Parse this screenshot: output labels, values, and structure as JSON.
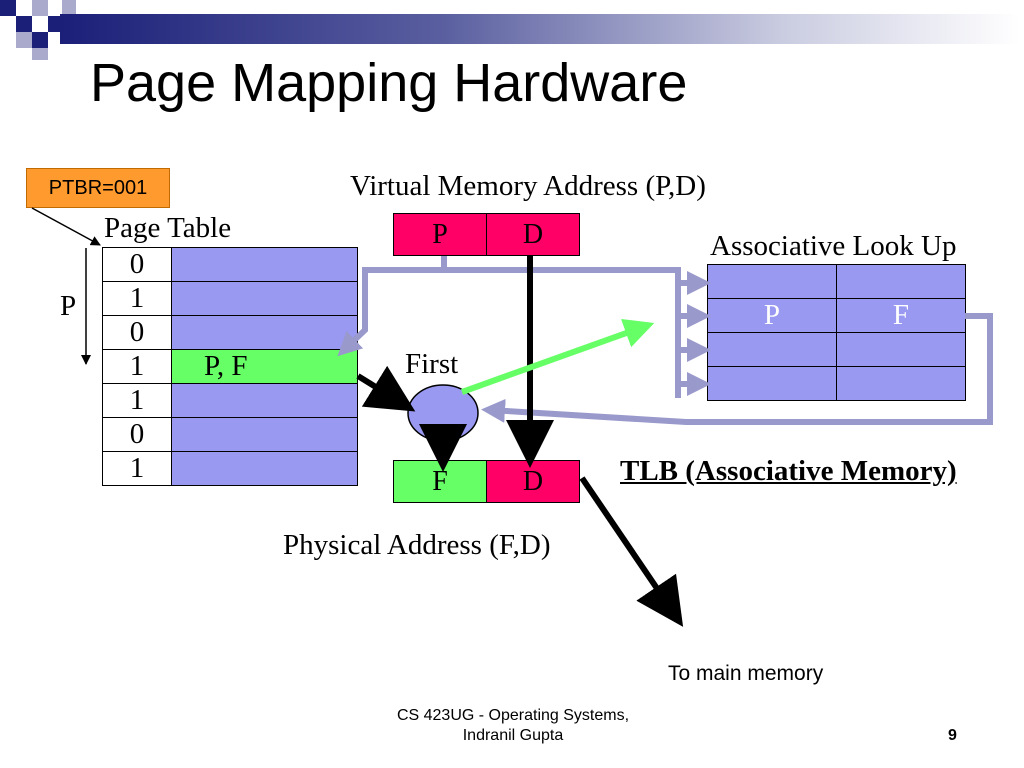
{
  "title": "Page Mapping Hardware",
  "ptbr": "PTBR=001",
  "page_table": {
    "label": "Page Table",
    "p_label": "P",
    "rows": [
      {
        "index": "0",
        "entry": ""
      },
      {
        "index": "1",
        "entry": ""
      },
      {
        "index": "0",
        "entry": ""
      },
      {
        "index": "1",
        "entry": "P, F"
      },
      {
        "index": "1",
        "entry": ""
      },
      {
        "index": "0",
        "entry": ""
      },
      {
        "index": "1",
        "entry": ""
      }
    ]
  },
  "virtual_address": {
    "label": "Virtual Memory Address (P,D)",
    "p": "P",
    "d": "D"
  },
  "associative": {
    "label": "Associative Look Up",
    "rows": [
      {
        "p": "",
        "f": ""
      },
      {
        "p": "P",
        "f": "F"
      },
      {
        "p": "",
        "f": ""
      },
      {
        "p": "",
        "f": ""
      }
    ]
  },
  "first_label": "First",
  "physical_address": {
    "label": "Physical Address (F,D)",
    "f": "F",
    "d": "D"
  },
  "tlb_label": "TLB (Associative Memory)",
  "to_memory": "To main memory",
  "footer": {
    "line1": "CS 423UG - Operating Systems,",
    "line2": "Indranil Gupta",
    "page": "9"
  },
  "colors": {
    "red": "#ff0066",
    "green": "#66ff66",
    "blue_cell": "#9999f2",
    "arrow_gray": "#9999cc",
    "orange": "#ff9a2e"
  }
}
